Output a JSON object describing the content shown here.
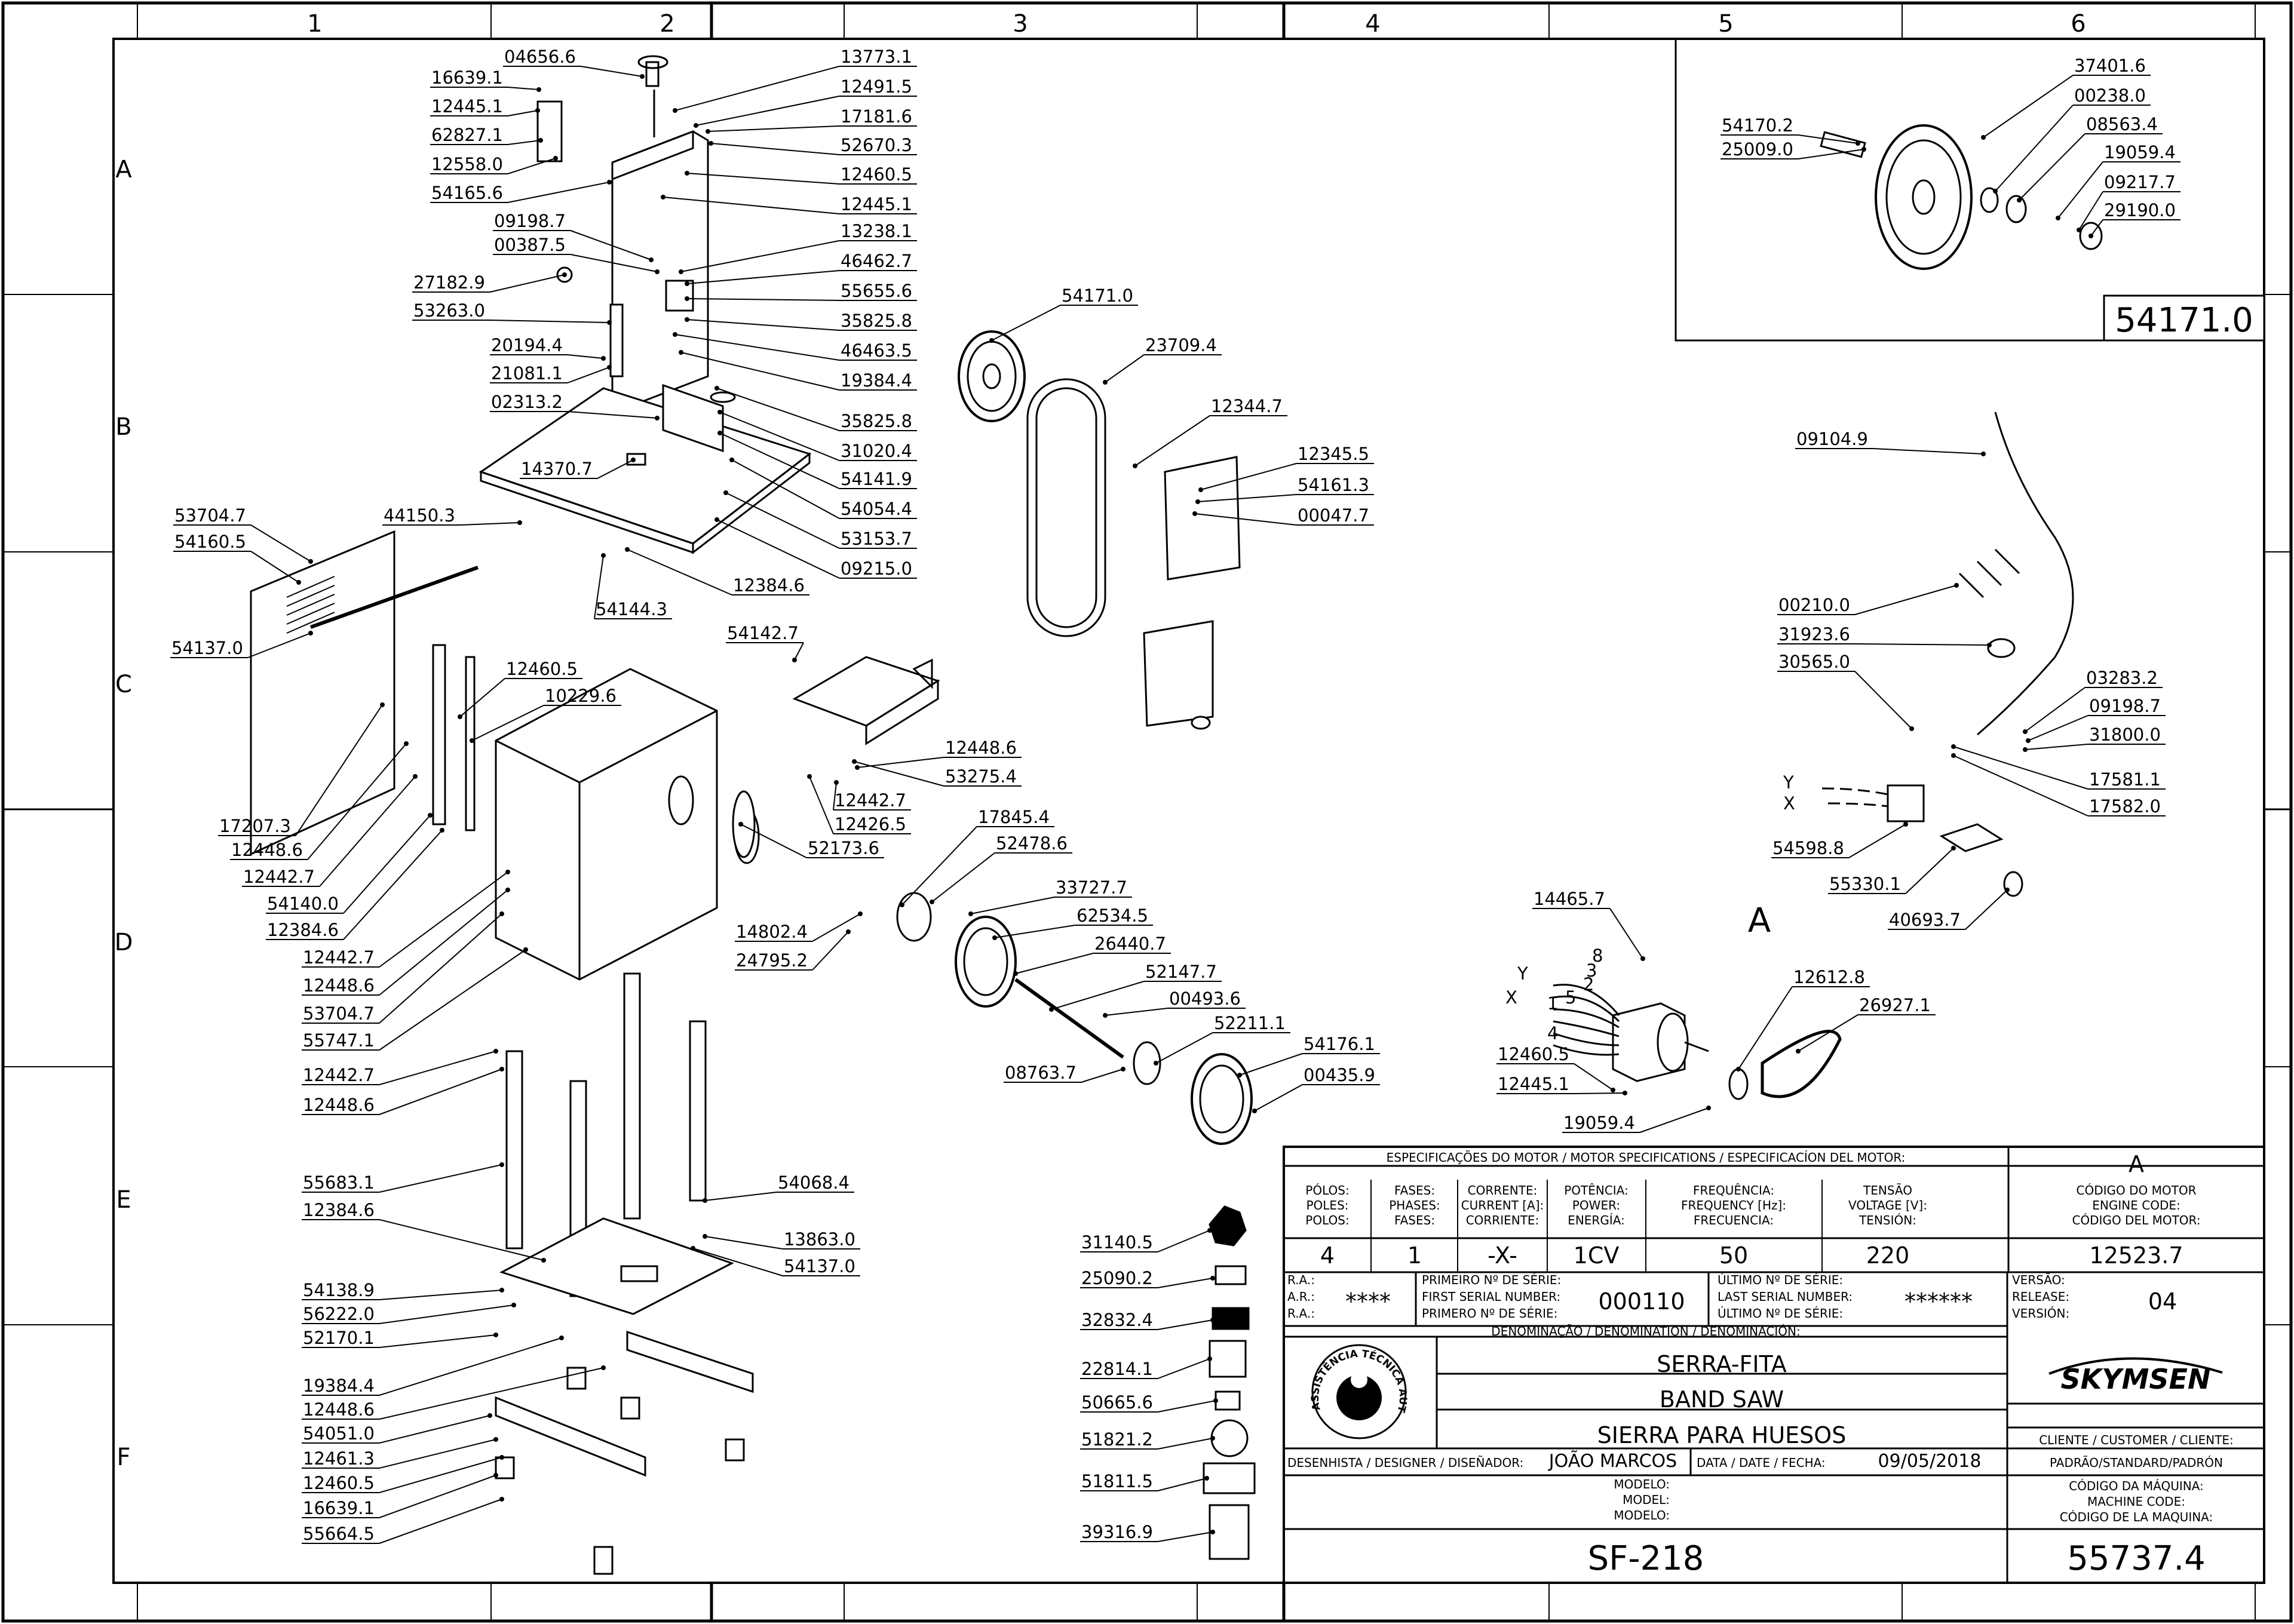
{
  "grid": {
    "columns": [
      "1",
      "2",
      "3",
      "4",
      "5",
      "6"
    ],
    "rows": [
      "A",
      "B",
      "C",
      "D",
      "E",
      "F"
    ]
  },
  "parts": [
    {
      "id": "p001",
      "label": "04656.6"
    },
    {
      "id": "p002",
      "label": "16639.1"
    },
    {
      "id": "p003",
      "label": "12445.1"
    },
    {
      "id": "p004",
      "label": "62827.1"
    },
    {
      "id": "p005",
      "label": "12558.0"
    },
    {
      "id": "p006",
      "label": "54165.6"
    },
    {
      "id": "p007",
      "label": "13773.1"
    },
    {
      "id": "p008",
      "label": "12491.5"
    },
    {
      "id": "p009",
      "label": "17181.6"
    },
    {
      "id": "p010",
      "label": "52670.3"
    },
    {
      "id": "p011",
      "label": "12460.5"
    },
    {
      "id": "p012",
      "label": "12445.1"
    },
    {
      "id": "p013",
      "label": "09198.7"
    },
    {
      "id": "p014",
      "label": "00387.5"
    },
    {
      "id": "p015",
      "label": "27182.9"
    },
    {
      "id": "p016",
      "label": "53263.0"
    },
    {
      "id": "p017",
      "label": "13238.1"
    },
    {
      "id": "p018",
      "label": "46462.7"
    },
    {
      "id": "p019",
      "label": "55655.6"
    },
    {
      "id": "p020",
      "label": "35825.8"
    },
    {
      "id": "p021",
      "label": "46463.5"
    },
    {
      "id": "p022",
      "label": "20194.4"
    },
    {
      "id": "p023",
      "label": "21081.1"
    },
    {
      "id": "p024",
      "label": "19384.4"
    },
    {
      "id": "p025",
      "label": "02313.2"
    },
    {
      "id": "p026",
      "label": "35825.8"
    },
    {
      "id": "p027",
      "label": "31020.4"
    },
    {
      "id": "p028",
      "label": "14370.7"
    },
    {
      "id": "p029",
      "label": "54141.9"
    },
    {
      "id": "p030",
      "label": "54054.4"
    },
    {
      "id": "p031",
      "label": "53153.7"
    },
    {
      "id": "p032",
      "label": "09215.0"
    },
    {
      "id": "p033",
      "label": "53704.7"
    },
    {
      "id": "p034",
      "label": "44150.3"
    },
    {
      "id": "p035",
      "label": "54160.5"
    },
    {
      "id": "p036",
      "label": "54144.3"
    },
    {
      "id": "p037",
      "label": "12384.6"
    },
    {
      "id": "p038",
      "label": "54137.0"
    },
    {
      "id": "p039",
      "label": "12460.5"
    },
    {
      "id": "p040",
      "label": "10229.6"
    },
    {
      "id": "p041",
      "label": "54142.7"
    },
    {
      "id": "p042",
      "label": "12448.6"
    },
    {
      "id": "p043",
      "label": "53275.4"
    },
    {
      "id": "p044",
      "label": "12442.7"
    },
    {
      "id": "p045",
      "label": "17207.3"
    },
    {
      "id": "p046",
      "label": "12426.5"
    },
    {
      "id": "p047",
      "label": "12448.6"
    },
    {
      "id": "p048",
      "label": "52173.6"
    },
    {
      "id": "p049",
      "label": "12442.7"
    },
    {
      "id": "p050",
      "label": "54140.0"
    },
    {
      "id": "p051",
      "label": "12384.6"
    },
    {
      "id": "p052",
      "label": "12442.7"
    },
    {
      "id": "p053",
      "label": "12448.6"
    },
    {
      "id": "p054",
      "label": "53704.7"
    },
    {
      "id": "p055",
      "label": "55747.1"
    },
    {
      "id": "p056",
      "label": "12442.7"
    },
    {
      "id": "p057",
      "label": "12448.6"
    },
    {
      "id": "p058",
      "label": "55683.1"
    },
    {
      "id": "p059",
      "label": "12384.6"
    },
    {
      "id": "p060",
      "label": "54068.4"
    },
    {
      "id": "p061",
      "label": "13863.0"
    },
    {
      "id": "p062",
      "label": "54137.0"
    },
    {
      "id": "p063",
      "label": "54138.9"
    },
    {
      "id": "p064",
      "label": "56222.0"
    },
    {
      "id": "p065",
      "label": "52170.1"
    },
    {
      "id": "p066",
      "label": "19384.4"
    },
    {
      "id": "p067",
      "label": "12448.6"
    },
    {
      "id": "p068",
      "label": "54051.0"
    },
    {
      "id": "p069",
      "label": "12461.3"
    },
    {
      "id": "p070",
      "label": "12460.5"
    },
    {
      "id": "p071",
      "label": "16639.1"
    },
    {
      "id": "p072",
      "label": "55664.5"
    },
    {
      "id": "p073",
      "label": "54171.0"
    },
    {
      "id": "p074",
      "label": "23709.4"
    },
    {
      "id": "p075",
      "label": "12344.7"
    },
    {
      "id": "p076",
      "label": "12345.5"
    },
    {
      "id": "p077",
      "label": "54161.3"
    },
    {
      "id": "p078",
      "label": "00047.7"
    },
    {
      "id": "p079",
      "label": "17845.4"
    },
    {
      "id": "p080",
      "label": "52478.6"
    },
    {
      "id": "p081",
      "label": "14802.4"
    },
    {
      "id": "p082",
      "label": "24795.2"
    },
    {
      "id": "p083",
      "label": "33727.7"
    },
    {
      "id": "p084",
      "label": "62534.5"
    },
    {
      "id": "p085",
      "label": "26440.7"
    },
    {
      "id": "p086",
      "label": "52147.7"
    },
    {
      "id": "p087",
      "label": "00493.6"
    },
    {
      "id": "p088",
      "label": "52211.1"
    },
    {
      "id": "p089",
      "label": "54176.1"
    },
    {
      "id": "p090",
      "label": "08763.7"
    },
    {
      "id": "p091",
      "label": "00435.9"
    },
    {
      "id": "p092",
      "label": "31140.5"
    },
    {
      "id": "p093",
      "label": "25090.2"
    },
    {
      "id": "p094",
      "label": "32832.4"
    },
    {
      "id": "p095",
      "label": "22814.1"
    },
    {
      "id": "p096",
      "label": "50665.6"
    },
    {
      "id": "p097",
      "label": "51821.2"
    },
    {
      "id": "p098",
      "label": "51811.5"
    },
    {
      "id": "p099",
      "label": "39316.9"
    },
    {
      "id": "p100",
      "label": "54170.2"
    },
    {
      "id": "p101",
      "label": "25009.0"
    },
    {
      "id": "p102",
      "label": "37401.6"
    },
    {
      "id": "p103",
      "label": "00238.0"
    },
    {
      "id": "p104",
      "label": "08563.4"
    },
    {
      "id": "p105",
      "label": "19059.4"
    },
    {
      "id": "p106",
      "label": "09217.7"
    },
    {
      "id": "p107",
      "label": "29190.0"
    },
    {
      "id": "p108",
      "label": "09104.9"
    },
    {
      "id": "p109",
      "label": "00210.0"
    },
    {
      "id": "p110",
      "label": "31923.6"
    },
    {
      "id": "p111",
      "label": "30565.0"
    },
    {
      "id": "p112",
      "label": "03283.2"
    },
    {
      "id": "p113",
      "label": "09198.7"
    },
    {
      "id": "p114",
      "label": "31800.0"
    },
    {
      "id": "p115",
      "label": "17581.1"
    },
    {
      "id": "p116",
      "label": "17582.0"
    },
    {
      "id": "p117",
      "label": "54598.8"
    },
    {
      "id": "p118",
      "label": "55330.1"
    },
    {
      "id": "p119",
      "label": "40693.7"
    },
    {
      "id": "p120",
      "label": "14465.7"
    },
    {
      "id": "p121",
      "label": "12612.8"
    },
    {
      "id": "p122",
      "label": "26927.1"
    },
    {
      "id": "p123",
      "label": "12460.5"
    },
    {
      "id": "p124",
      "label": "12445.1"
    },
    {
      "id": "p125",
      "label": "19059.4"
    }
  ],
  "wheel_detail": {
    "title": "54171.0"
  },
  "motor": {
    "callout": "A",
    "axis_x": "X",
    "axis_y": "Y",
    "wires": [
      "8",
      "3",
      "2",
      "1",
      "5",
      "4"
    ],
    "plug_x": "X",
    "plug_y": "Y"
  },
  "title_block": {
    "motor_spec_header": "ESPECIFICAÇÕES DO MOTOR / MOTOR SPECIFICATIONS / ESPECIFICACÍON DEL MOTOR:",
    "motor_ref": "A",
    "poles_l1": "PÓLOS:",
    "poles_l2": "POLES:",
    "poles_l3": "POLOS:",
    "poles_val": "4",
    "phases_l1": "FASES:",
    "phases_l2": "PHASES:",
    "phases_l3": "FASES:",
    "phases_val": "1",
    "current_l1": "CORRENTE:",
    "current_l2": "CURRENT [A]:",
    "current_l3": "CORRIENTE:",
    "current_val": "-X-",
    "power_l1": "POTÊNCIA:",
    "power_l2": "POWER:",
    "power_l3": "ENERGÍA:",
    "power_val": "1CV",
    "freq_l1": "FREQUÊNCIA:",
    "freq_l2": "FREQUENCY [Hz]:",
    "freq_l3": "FRECUENCIA:",
    "freq_val": "50",
    "volt_l1": "TENSÃO",
    "volt_l2": "VOLTAGE [V]:",
    "volt_l3": "TENSIÓN:",
    "volt_val": "220",
    "engine_l1": "CÓDIGO DO MOTOR",
    "engine_l2": "ENGINE CODE:",
    "engine_l3": "CÓDIGO DEL MOTOR:",
    "engine_val": "12523.7",
    "ra_l1": "R.A.:",
    "ra_l2": "A.R.:",
    "ra_l3": "R.A.:",
    "ra_val": "****",
    "first_l1": "PRIMEIRO Nº DE SÉRIE:",
    "first_l2": "FIRST SERIAL NUMBER:",
    "first_l3": "PRIMERO Nº DE SÉRIE:",
    "first_val": "000110",
    "last_l1": "ÚLTIMO Nº DE SÉRIE:",
    "last_l2": "LAST SERIAL NUMBER:",
    "last_l3": "ÚLTIMO Nº DE SÉRIE:",
    "last_val": "******",
    "ver_l1": "VERSÃO:",
    "ver_l2": "RELEASE:",
    "ver_l3": "VERSIÓN:",
    "ver_val": "04",
    "denomination_label": "DENOMINAÇÃO / DENOMINATION / DENOMINACIÓN:",
    "name_pt": "SERRA-FITA",
    "name_en": "BAND SAW",
    "name_es": "SIERRA PARA HUESOS",
    "seal_text": "ASSISTÊNCIA TÉCNICA AUTORIZADA",
    "brand": "SKYMSEN",
    "designer_label": "DESENHISTA / DESIGNER / DISEÑADOR:",
    "designer_val": "JOÃO MARCOS",
    "date_label": "DATA / DATE / FECHA:",
    "date_val": "09/05/2018",
    "customer_label": "CLIENTE / CUSTOMER / CLIENTE:",
    "customer_val": "PADRÃO/STANDARD/PADRÓN",
    "model_l1": "MODELO:",
    "model_l2": "MODEL:",
    "model_l3": "MODELO:",
    "model_val": "SF-218",
    "machine_l1": "CÓDIGO DA MÁQUINA:",
    "machine_l2": "MACHINE CODE:",
    "machine_l3": "CÓDIGO DE LA MAQUINA:",
    "machine_val": "55737.4"
  },
  "colors": {
    "ink": "#000000",
    "part_fill": "#ffffff",
    "shade": "#d8d8d8",
    "paper": "#ffffff"
  }
}
